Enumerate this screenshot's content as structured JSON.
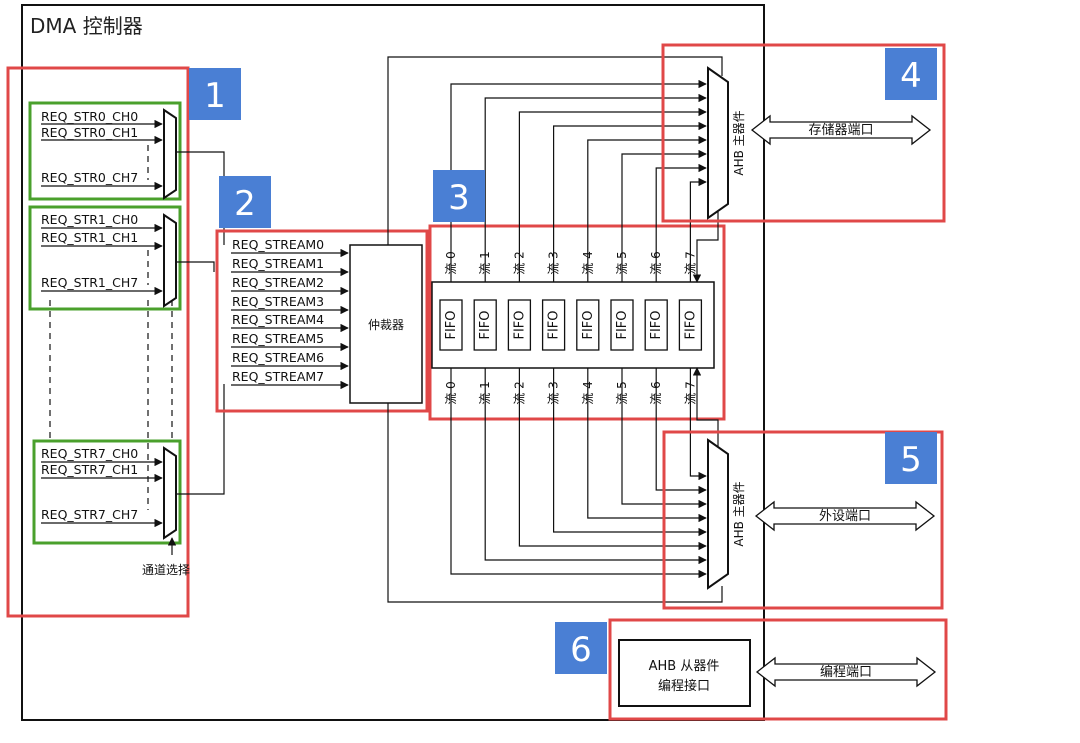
{
  "title": "DMA 控制器",
  "channel_groups": [
    {
      "labels": [
        "REQ_STR0_CH0",
        "REQ_STR0_CH1",
        "REQ_STR0_CH7"
      ]
    },
    {
      "labels": [
        "REQ_STR1_CH0",
        "REQ_STR1_CH1",
        "REQ_STR1_CH7"
      ]
    },
    {
      "labels": [
        "REQ_STR7_CH0",
        "REQ_STR7_CH1",
        "REQ_STR7_CH7"
      ]
    }
  ],
  "channel_select_label": "通道选择",
  "stream_requests": [
    "REQ_STREAM0",
    "REQ_STREAM1",
    "REQ_STREAM2",
    "REQ_STREAM3",
    "REQ_STREAM4",
    "REQ_STREAM5",
    "REQ_STREAM6",
    "REQ_STREAM7"
  ],
  "arbiter_label": "仲裁器",
  "streams_top": [
    "流 0",
    "流 1",
    "流 2",
    "流 3",
    "流 4",
    "流 5",
    "流 6",
    "流 7"
  ],
  "streams_bottom": [
    "流 0",
    "流 1",
    "流 2",
    "流 3",
    "流 4",
    "流 5",
    "流 6",
    "流 7"
  ],
  "fifo_label": "FIFO",
  "ahb_master_label": "AHB 主器件",
  "memory_port_label": "存储器端口",
  "peripheral_port_label": "外设端口",
  "ahb_slave_line1": "AHB 从器件",
  "ahb_slave_line2": "编程接口",
  "programming_port_label": "编程端口",
  "region_numbers": [
    "1",
    "2",
    "3",
    "4",
    "5",
    "6"
  ],
  "colors": {
    "highlight_red": "#e04848",
    "group_green": "#4aa02c",
    "badge_blue": "#4a7fd4",
    "line": "#111111"
  }
}
